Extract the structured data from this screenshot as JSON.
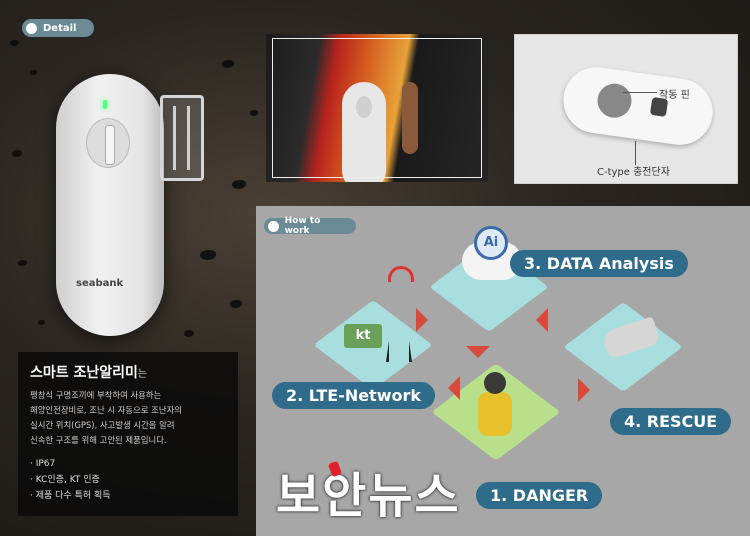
{
  "detail": {
    "badge": "Detail",
    "device_logo": "seabank",
    "pin_caption": "작동 핀",
    "port_caption": "C-type 충전단자"
  },
  "panel": {
    "title": "스마트 조난알리미",
    "title_suffix": "는",
    "desc": [
      "팽창식 구명조끼에 부착하여 사용하는",
      "해양인전장비로, 조난 시 자동으로 조난자의",
      "실시간 위치(GPS), 사고발생 시간을 알려",
      "신속한 구조를 위해 고안된 제품입니다."
    ],
    "features": [
      "· IP67",
      "· KC인증, KT 인증",
      "· 제품 다수 특허 획득"
    ]
  },
  "how": {
    "badge": "How to work",
    "ai_icon_text": "Ai",
    "kt_logo": "kt",
    "steps": [
      "1. DANGER",
      "2. LTE-Network",
      "3. DATA Analysis",
      "4. RESCUE"
    ]
  },
  "watermark": "보안뉴스",
  "colors": {
    "accent": "#2f6b8a",
    "arrow": "#d84b3c",
    "tile": "#a8dede",
    "danger_tile": "#b8e08a"
  }
}
